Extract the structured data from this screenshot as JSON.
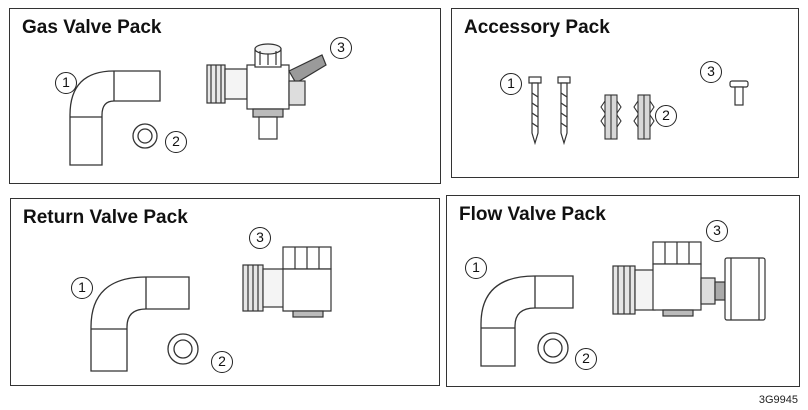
{
  "panels": {
    "gas": {
      "title": "Gas Valve Pack",
      "callouts": [
        "1",
        "2",
        "3"
      ]
    },
    "accessory": {
      "title": "Accessory Pack",
      "callouts": [
        "1",
        "2",
        "3"
      ]
    },
    "return": {
      "title": "Return Valve Pack",
      "callouts": [
        "1",
        "2",
        "3"
      ]
    },
    "flow": {
      "title": "Flow Valve Pack",
      "callouts": [
        "1",
        "2",
        "3"
      ]
    }
  },
  "reference": "3G9945",
  "colors": {
    "line": "#333333",
    "fill_light": "#f2f2f2",
    "fill_mid": "#cfcfcf",
    "fill_dark": "#7a7a7a"
  }
}
